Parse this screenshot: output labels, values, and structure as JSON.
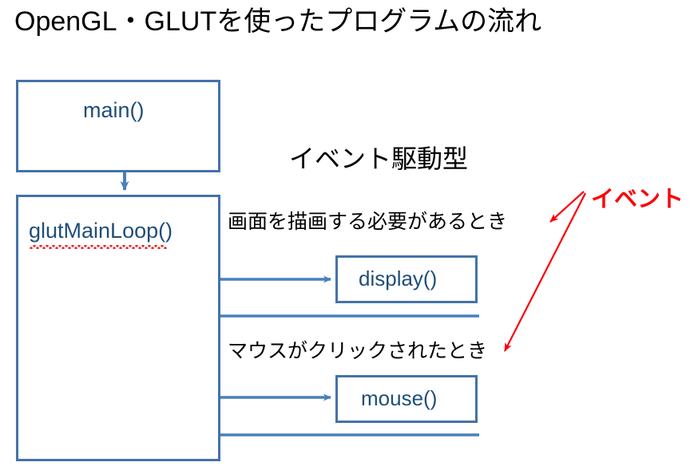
{
  "slide": {
    "title": "OpenGL・GLUTを使ったプログラムの流れ",
    "background_color": "#ffffff"
  },
  "colors": {
    "box_border": "#4373a8",
    "box_text": "#1f4e79",
    "arrow_blue": "#4a7fbb",
    "annotation_black": "#000000",
    "event_red": "#fb0007",
    "spellcheck_red": "#e8262b"
  },
  "boxes": [
    {
      "id": "main",
      "label": "main()"
    },
    {
      "id": "loop",
      "label": "glutMainLoop()",
      "spellcheck_underline": true
    },
    {
      "id": "display",
      "label": "display()"
    },
    {
      "id": "mouse",
      "label": "mouse()"
    }
  ],
  "annotations": {
    "event_driven": "イベント駆動型",
    "display_condition": "画面を描画する必要があるとき",
    "mouse_condition": "マウスがクリックされたとき",
    "event_label": "イベント"
  },
  "flow": {
    "edges": [
      {
        "from": "main",
        "to": "loop",
        "direction": "down",
        "style": "blue-arrow"
      },
      {
        "from": "loop",
        "to": "display",
        "direction": "right",
        "style": "blue-arrow"
      },
      {
        "from": "display",
        "to": "loop",
        "direction": "left",
        "style": "blue-arrow"
      },
      {
        "from": "loop",
        "to": "mouse",
        "direction": "right",
        "style": "blue-arrow"
      },
      {
        "from": "mouse",
        "to": "loop",
        "direction": "left",
        "style": "blue-arrow"
      }
    ],
    "event_pointers": [
      {
        "target": "display_condition",
        "style": "red-arrow"
      },
      {
        "target": "mouse_condition",
        "style": "red-arrow"
      }
    ]
  }
}
